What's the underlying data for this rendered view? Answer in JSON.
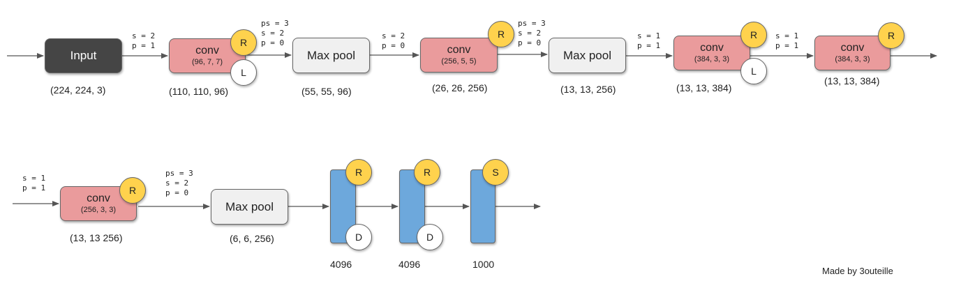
{
  "colors": {
    "input": "#454545",
    "conv": "#ea9b9c",
    "pool": "#f0f0f0",
    "fc": "#6da8dc",
    "relu_badge": "#ffd24d",
    "arrow": "#555555"
  },
  "row1": {
    "input": {
      "label": "Input",
      "shape": "(224, 224, 3)"
    },
    "p1": {
      "line1": "s = 2",
      "line2": "p = 1"
    },
    "conv1": {
      "label": "conv",
      "sub": "(96, 7, 7)",
      "badge_top": "R",
      "badge_bottom": "L",
      "shape": "(110, 110, 96)"
    },
    "p2": {
      "line1": "ps = 3",
      "line2": "s = 2",
      "line3": "p = 0"
    },
    "pool1": {
      "label": "Max pool",
      "shape": "(55, 55, 96)"
    },
    "p3": {
      "line1": "s = 2",
      "line2": "p = 0"
    },
    "conv2": {
      "label": "conv",
      "sub": "(256, 5, 5)",
      "badge_top": "R",
      "shape": "(26, 26, 256)"
    },
    "p4": {
      "line1": "ps = 3",
      "line2": "s = 2",
      "line3": "p = 0"
    },
    "pool2": {
      "label": "Max pool",
      "shape": "(13, 13, 256)"
    },
    "p5": {
      "line1": "s = 1",
      "line2": "p = 1"
    },
    "conv3": {
      "label": "conv",
      "sub": "(384, 3, 3)",
      "badge_top": "R",
      "badge_bottom": "L",
      "shape": "(13, 13, 384)"
    },
    "p6": {
      "line1": "s = 1",
      "line2": "p = 1"
    },
    "conv4": {
      "label": "conv",
      "sub": "(384, 3, 3)",
      "badge_top": "R",
      "shape": "(13, 13, 384)"
    }
  },
  "row2": {
    "p7": {
      "line1": "s = 1",
      "line2": "p = 1"
    },
    "conv5": {
      "label": "conv",
      "sub": "(256, 3, 3)",
      "badge_top": "R",
      "shape": "(13, 13 256)"
    },
    "p8": {
      "line1": "ps = 3",
      "line2": "s = 2",
      "line3": "p = 0"
    },
    "pool3": {
      "label": "Max pool",
      "shape": "(6, 6, 256)"
    },
    "fc1": {
      "badge_top": "R",
      "badge_bottom": "D",
      "size": "4096"
    },
    "fc2": {
      "badge_top": "R",
      "badge_bottom": "D",
      "size": "4096"
    },
    "fc3": {
      "badge_top": "S",
      "size": "1000"
    }
  },
  "credit": "Made by 3outeille"
}
